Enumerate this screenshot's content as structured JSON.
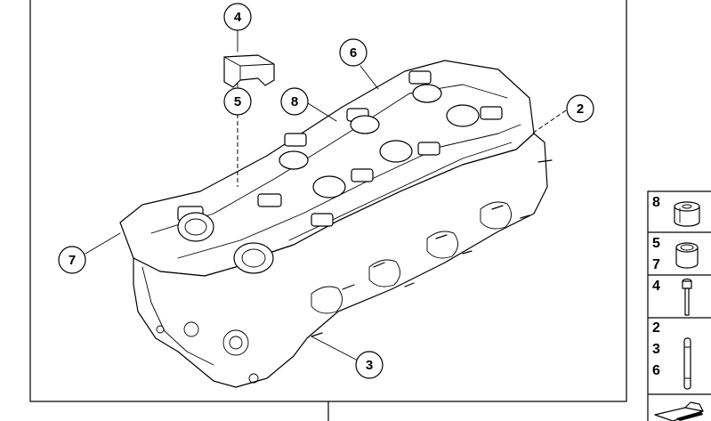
{
  "diagram": {
    "callouts": [
      {
        "id": "c4",
        "label": "4"
      },
      {
        "id": "c5",
        "label": "5"
      },
      {
        "id": "c6",
        "label": "6"
      },
      {
        "id": "c8",
        "label": "8"
      },
      {
        "id": "c2",
        "label": "2"
      },
      {
        "id": "c7",
        "label": "7"
      },
      {
        "id": "c3",
        "label": "3"
      }
    ],
    "legend": [
      {
        "labels": [
          "8"
        ],
        "part_icon": "sleeve-icon"
      },
      {
        "labels": [
          "5",
          "7"
        ],
        "part_icon": "bushing-icon"
      },
      {
        "labels": [
          "4"
        ],
        "part_icon": "bolt-icon"
      },
      {
        "labels": [
          "2",
          "3",
          "6"
        ],
        "part_icon": "stud-icon"
      }
    ]
  }
}
